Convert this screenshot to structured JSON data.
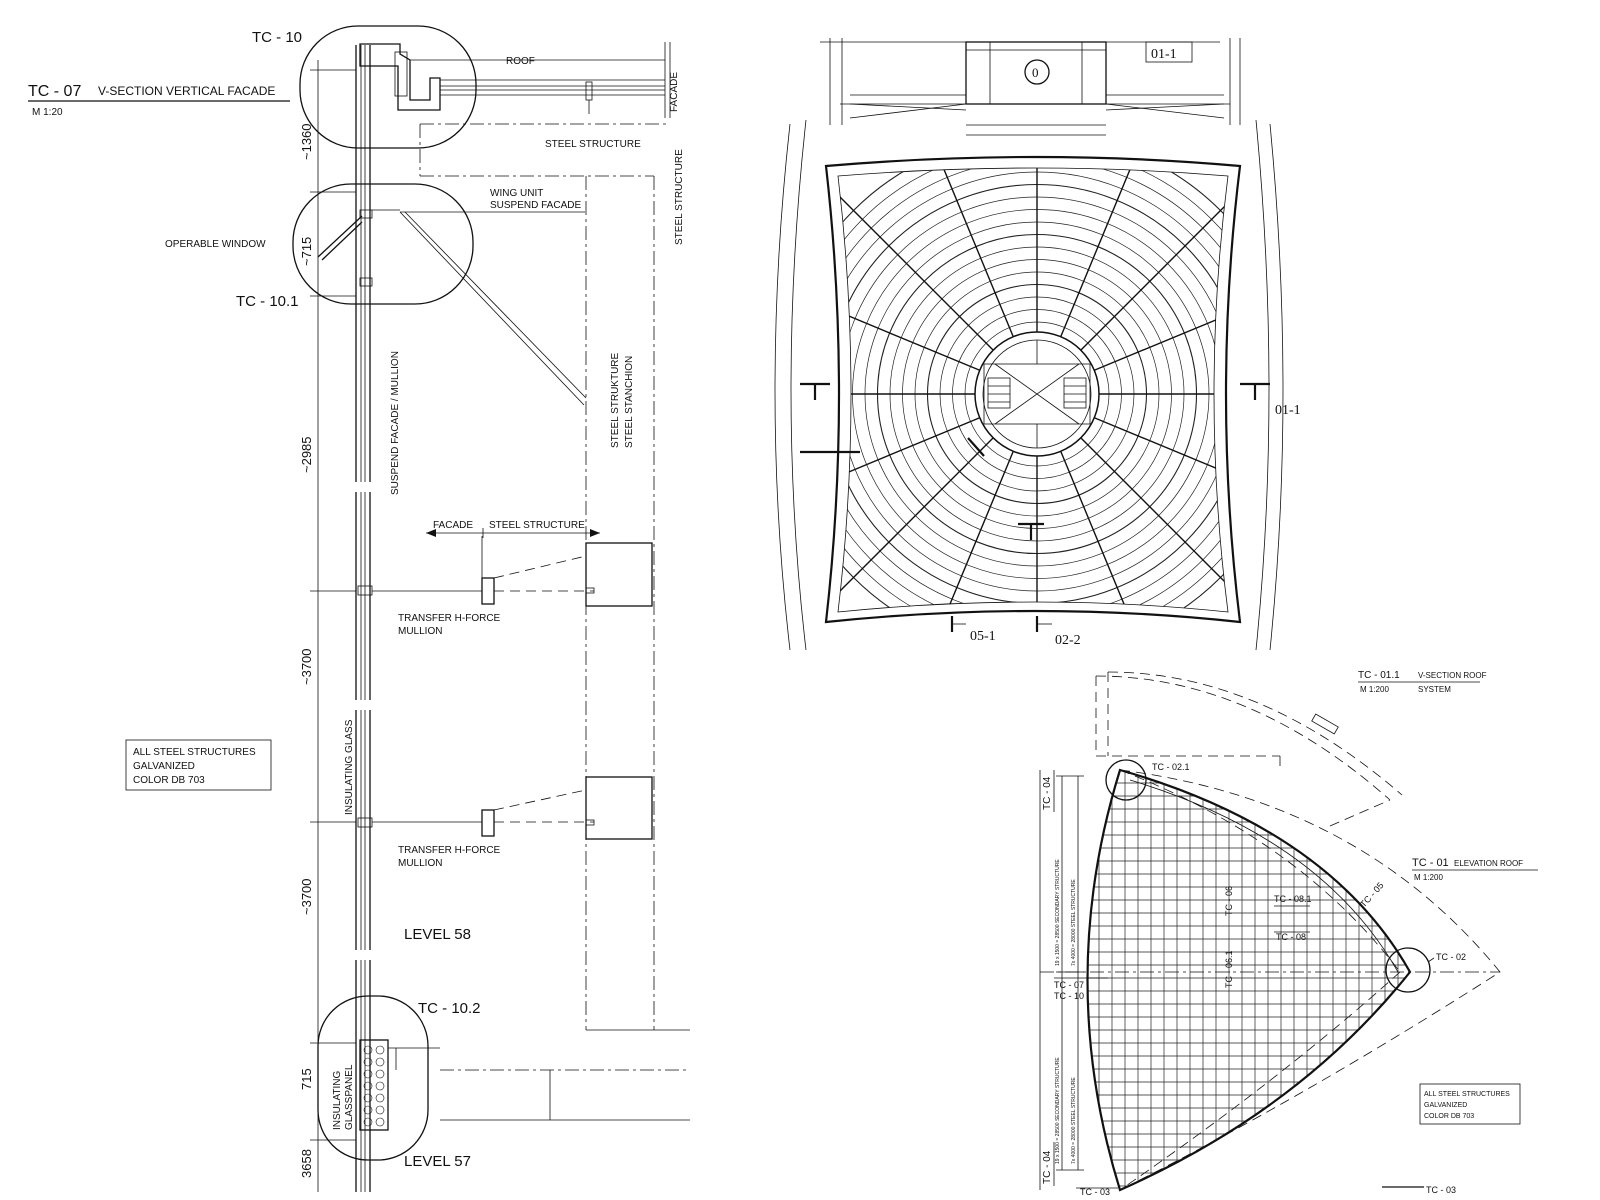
{
  "section": {
    "title_code": "TC - 07",
    "title_text": "V-SECTION VERTICAL FACADE",
    "scale": "M 1:20",
    "callouts": {
      "tc10": "TC - 10",
      "tc101": "TC - 10.1",
      "tc102": "TC - 10.2"
    },
    "labels": {
      "roof": "ROOF",
      "facade_v": "FACADE",
      "steel_structure": "STEEL STRUCTURE",
      "steel_structure_v": "STEEL STRUCTURE",
      "wing_unit_1": "WING UNIT",
      "wing_unit_2": "SUSPEND FACADE",
      "operable_window": "OPERABLE WINDOW",
      "suspend_facade_mullion": "SUSPEND FACADE / MULLION",
      "steel_strukture": "STEEL STRUKTURE",
      "steel_stanchion": "STEEL STANCHION",
      "facade_arrow": "FACADE",
      "steel_structure_arrow": "STEEL STRUCTURE",
      "transfer_1a": "TRANSFER H-FORCE",
      "transfer_1b": "MULLION",
      "transfer_2a": "TRANSFER H-FORCE",
      "transfer_2b": "MULLION",
      "insulating_glass": "INSULATING GLASS",
      "insulating_glasspanel_1": "INSULATING",
      "insulating_glasspanel_2": "GLASSPANEL",
      "level_58": "LEVEL 58",
      "level_57": "LEVEL 57"
    },
    "dimensions": [
      "~1360",
      "~715",
      "~2985",
      "~3700",
      "~3700",
      "715",
      "3658"
    ],
    "note": [
      "ALL STEEL STRUCTURES",
      "GALVANIZED",
      "COLOR DB 703"
    ]
  },
  "plan": {
    "section_marks": {
      "top": "01-1",
      "right": "01-1",
      "bottom_left": "05-1",
      "bottom_right": "02-2"
    },
    "top_detail_symbol": "0"
  },
  "roof": {
    "section_code": "TC - 01.1",
    "section_title_1": "V-SECTION ROOF",
    "section_title_2": "SYSTEM",
    "section_scale": "M 1:200",
    "elevation_code": "TC - 01",
    "elevation_title": "ELEVATION ROOF",
    "elevation_scale": "M 1:200",
    "callouts": {
      "tc021": "TC - 02.1",
      "tc02": "TC - 02",
      "tc05": "TC - 05",
      "tc081": "TC - 08.1",
      "tc08": "TC - 08",
      "tc06": "TC - 06",
      "tc061": "TC - 06.1",
      "tc04_top": "TC - 04",
      "tc04_bottom": "TC - 04",
      "tc07": "TC - 07",
      "tc10": "TC - 10",
      "tc03_left": "TC - 03",
      "tc03_right": "TC - 03"
    },
    "dim_labels": [
      "19 x 1500 = 28500  SECONDARY STRUCTURE",
      "7x 4000 = 28000  STEEL STRUCTURE",
      "19 x 1500 = 28500  SECONDARY STRUCTURE",
      "7x 4000 = 28000  STEEL STRUCTURE"
    ],
    "note": [
      "ALL STEEL STRUCTURES",
      "GALVANIZED",
      "COLOR DB 703"
    ]
  }
}
